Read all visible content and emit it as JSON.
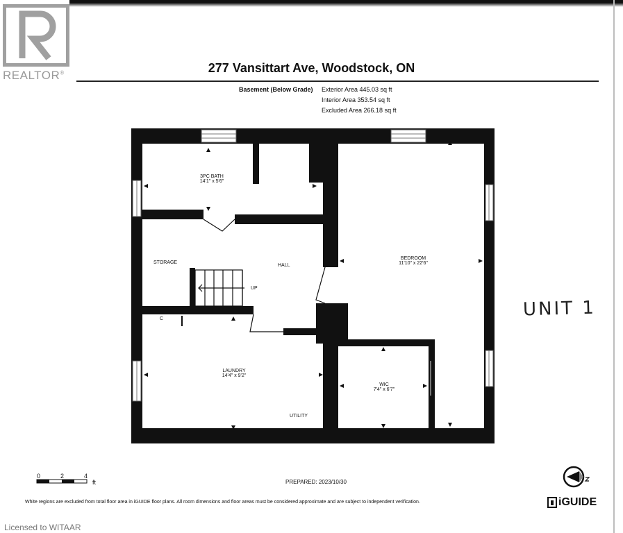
{
  "header": {
    "title": "277 Vansittart Ave, Woodstock, ON",
    "level": "Basement (Below Grade)",
    "exterior_area": "Exterior Area 445.03 sq ft",
    "interior_area": "Interior Area 353.54 sq ft",
    "excluded_area": "Excluded Area 266.18 sq ft"
  },
  "watermark": {
    "brand": "REALTOR",
    "mark": "®",
    "license": "Licensed to WITAAR"
  },
  "rooms": {
    "bath_name": "3PC BATH",
    "bath_dims": "14'1\" x 5'6\"",
    "storage": "STORAGE",
    "hall": "HALL",
    "up": "UP",
    "closet": "C",
    "laundry_name": "LAUNDRY",
    "laundry_dims": "14'4\" x 9'2\"",
    "utility": "UTILITY",
    "bedroom_name": "BEDROOM",
    "bedroom_dims": "11'10\" x 22'6\"",
    "wic_name": "WIC",
    "wic_dims": "7'4\" x 6'7\""
  },
  "annotation": "UNIT 1",
  "scale": {
    "ticks": [
      "0",
      "2",
      "4"
    ],
    "unit": "ft"
  },
  "prepared": "PREPARED: 2023/10/30",
  "disclaimer": "White regions are excluded from total floor area in iGUIDE floor plans. All room dimensions and floor areas must be considered approximate and are subject to independent verification.",
  "brand": "iGUIDE",
  "icons": [
    "realtor-logo-icon",
    "north-compass-icon",
    "iguide-logo-icon"
  ],
  "colors": {
    "wall": "#111111",
    "paper": "#ffffff",
    "watermark": "#9a9a9a"
  }
}
